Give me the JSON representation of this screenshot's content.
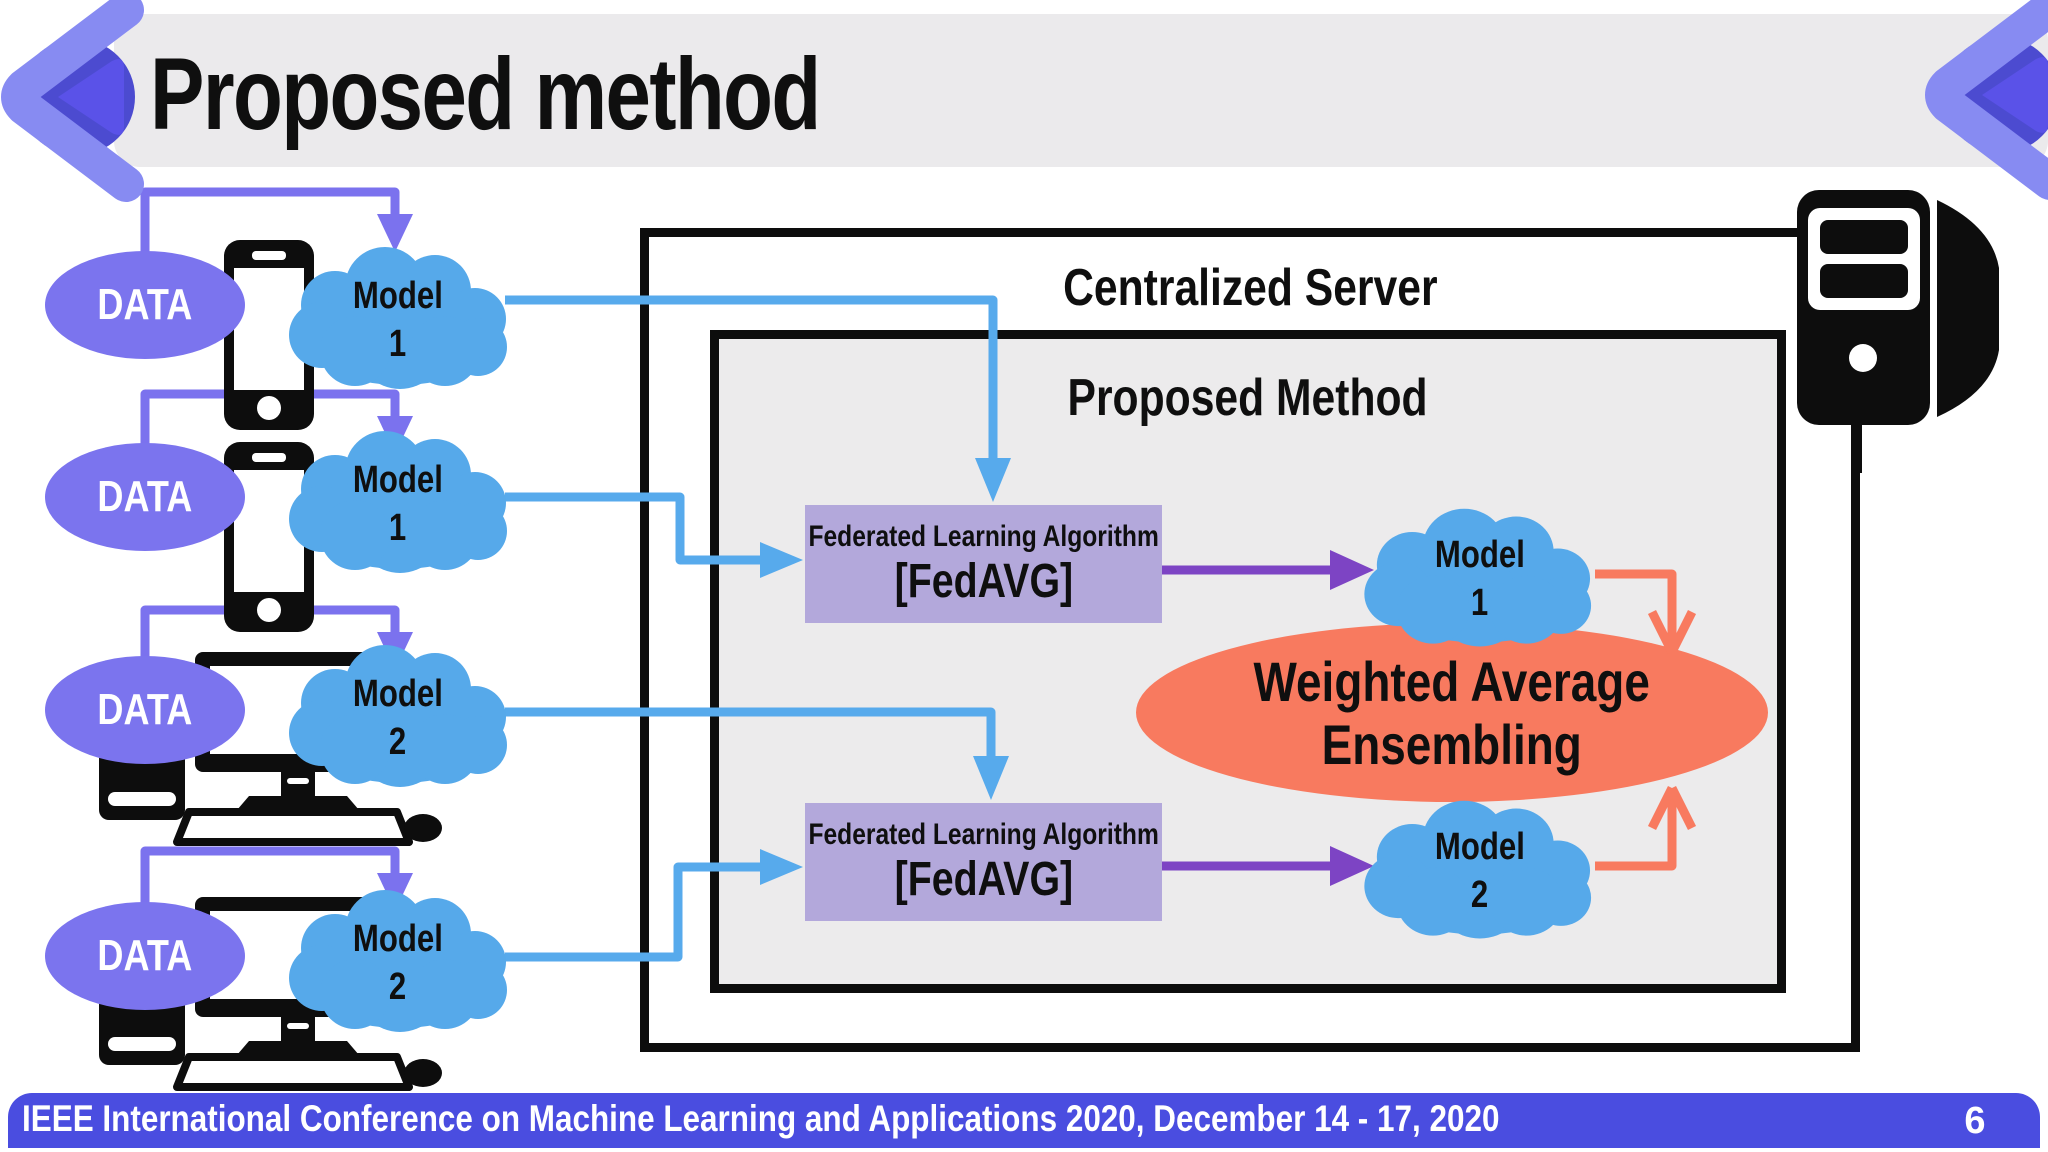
{
  "header": {
    "title": "Proposed method"
  },
  "clients": [
    {
      "device": "smartphone",
      "data_label": "DATA",
      "model_label": "Model",
      "model_number": "1"
    },
    {
      "device": "smartphone",
      "data_label": "DATA",
      "model_label": "Model",
      "model_number": "1"
    },
    {
      "device": "desktop-computer",
      "data_label": "DATA",
      "model_label": "Model",
      "model_number": "2"
    },
    {
      "device": "desktop-computer",
      "data_label": "DATA",
      "model_label": "Model",
      "model_number": "2"
    }
  ],
  "server": {
    "outer_label": "Centralized Server",
    "inner_label": "Proposed Method",
    "fedavg_boxes": [
      {
        "line1": "Federated Learning Algorithm",
        "line2": "[FedAVG]"
      },
      {
        "line1": "Federated Learning Algorithm",
        "line2": "[FedAVG]"
      }
    ],
    "models": [
      {
        "label": "Model",
        "number": "1"
      },
      {
        "label": "Model",
        "number": "2"
      }
    ],
    "ensembling": {
      "line1": "Weighted Average",
      "line2": "Ensembling"
    }
  },
  "footer": {
    "text": "IEEE International Conference on Machine Learning and Applications 2020, December 14 - 17, 2020",
    "page_number": "6"
  },
  "colors": {
    "header_bar": "#ebeaec",
    "accent_purple": "#7b72ee",
    "cloud_blue": "#56a9ea",
    "arrow_blue": "#57aaec",
    "arrow_violet": "#7d44c4",
    "salmon": "#f87a5f",
    "fedavg_fill": "#b3a8db",
    "footer_bar": "#4a4de0"
  }
}
